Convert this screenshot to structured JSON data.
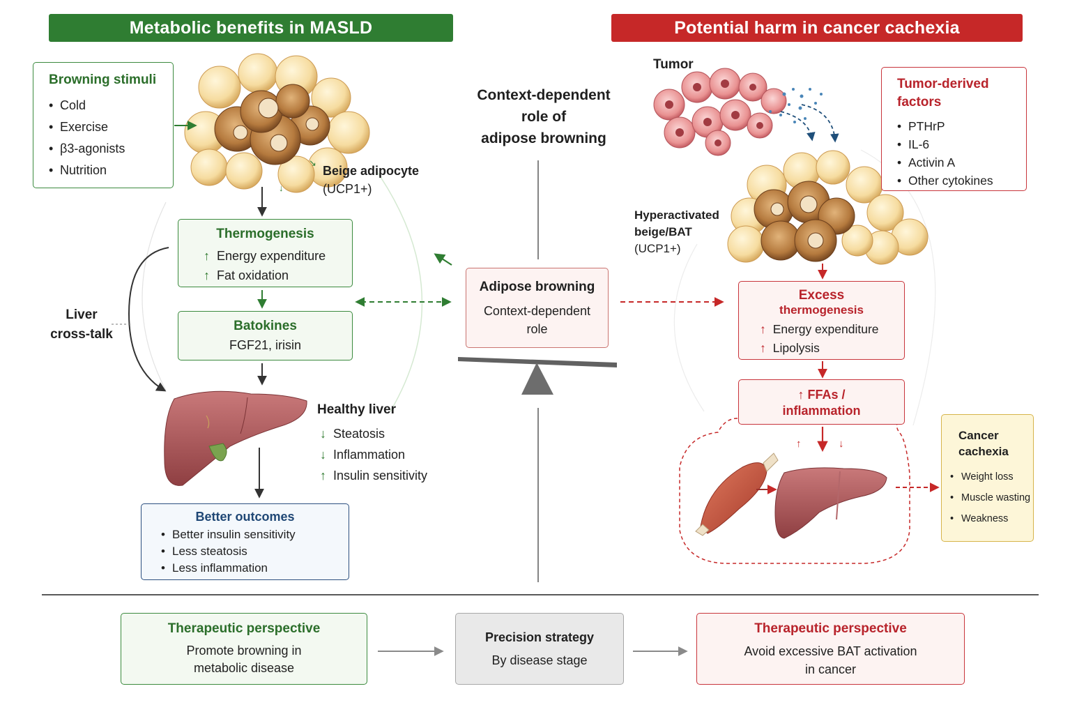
{
  "colors": {
    "green": "#2f7d32",
    "red": "#c62828",
    "blue": "#1f4775",
    "gold": "#d6b44a",
    "gray": "#8a8a8a"
  },
  "left_banner": "Metabolic benefits in MASLD",
  "right_banner": "Potential harm in cancer cachexia",
  "browning": {
    "title": "Browning stimuli",
    "items": [
      "Cold",
      "Exercise",
      "β3-agonists",
      "Nutrition"
    ]
  },
  "beige": {
    "title": "Beige adipocyte",
    "sub": "(UCP1+)"
  },
  "thermo": {
    "title": "Thermogenesis",
    "items": [
      "Energy expenditure",
      "Fat oxidation"
    ]
  },
  "batokines": {
    "title": "Batokines",
    "sub": "FGF21, irisin"
  },
  "crosstalk": {
    "line1": "Liver",
    "line2": "cross-talk"
  },
  "healthy": {
    "title": "Healthy liver",
    "items": [
      "Steatosis",
      "Inflammation",
      "Insulin sensitivity"
    ]
  },
  "outcomes": {
    "title": "Better outcomes",
    "items": [
      "Better insulin sensitivity",
      "Less steatosis",
      "Less inflammation"
    ]
  },
  "center": {
    "title_lines": [
      "Context-dependent",
      "role of",
      "adipose browning"
    ],
    "box_title": "Adipose browning",
    "box_lines": [
      "Context-dependent",
      "role"
    ]
  },
  "tumor": {
    "label": "Tumor"
  },
  "factors": {
    "title_lines": [
      "Tumor-derived",
      "factors"
    ],
    "items": [
      "PTHrP",
      "IL-6",
      "Activin A",
      "Other cytokines"
    ]
  },
  "hyper": {
    "line1": "Hyperactivated",
    "line2": "beige/BAT",
    "sub": "(UCP1+)"
  },
  "excess": {
    "title1": "Excess",
    "title2": "thermogenesis",
    "items": [
      "Energy expenditure",
      "Lipolysis"
    ]
  },
  "ffa": {
    "line1": "↑ FFAs /",
    "line2": "inflammation"
  },
  "cachexia": {
    "title_lines": [
      "Cancer",
      "cachexia"
    ],
    "items": [
      "Weight loss",
      "Muscle wasting",
      "Weakness"
    ]
  },
  "bottom": {
    "left": {
      "title": "Therapeutic perspective",
      "lines": [
        "Promote browning in",
        "metabolic disease"
      ]
    },
    "middle": {
      "title": "Precision strategy",
      "line": "By disease stage"
    },
    "right": {
      "title": "Therapeutic perspective",
      "lines": [
        "Avoid excessive BAT activation",
        "in cancer"
      ]
    }
  }
}
